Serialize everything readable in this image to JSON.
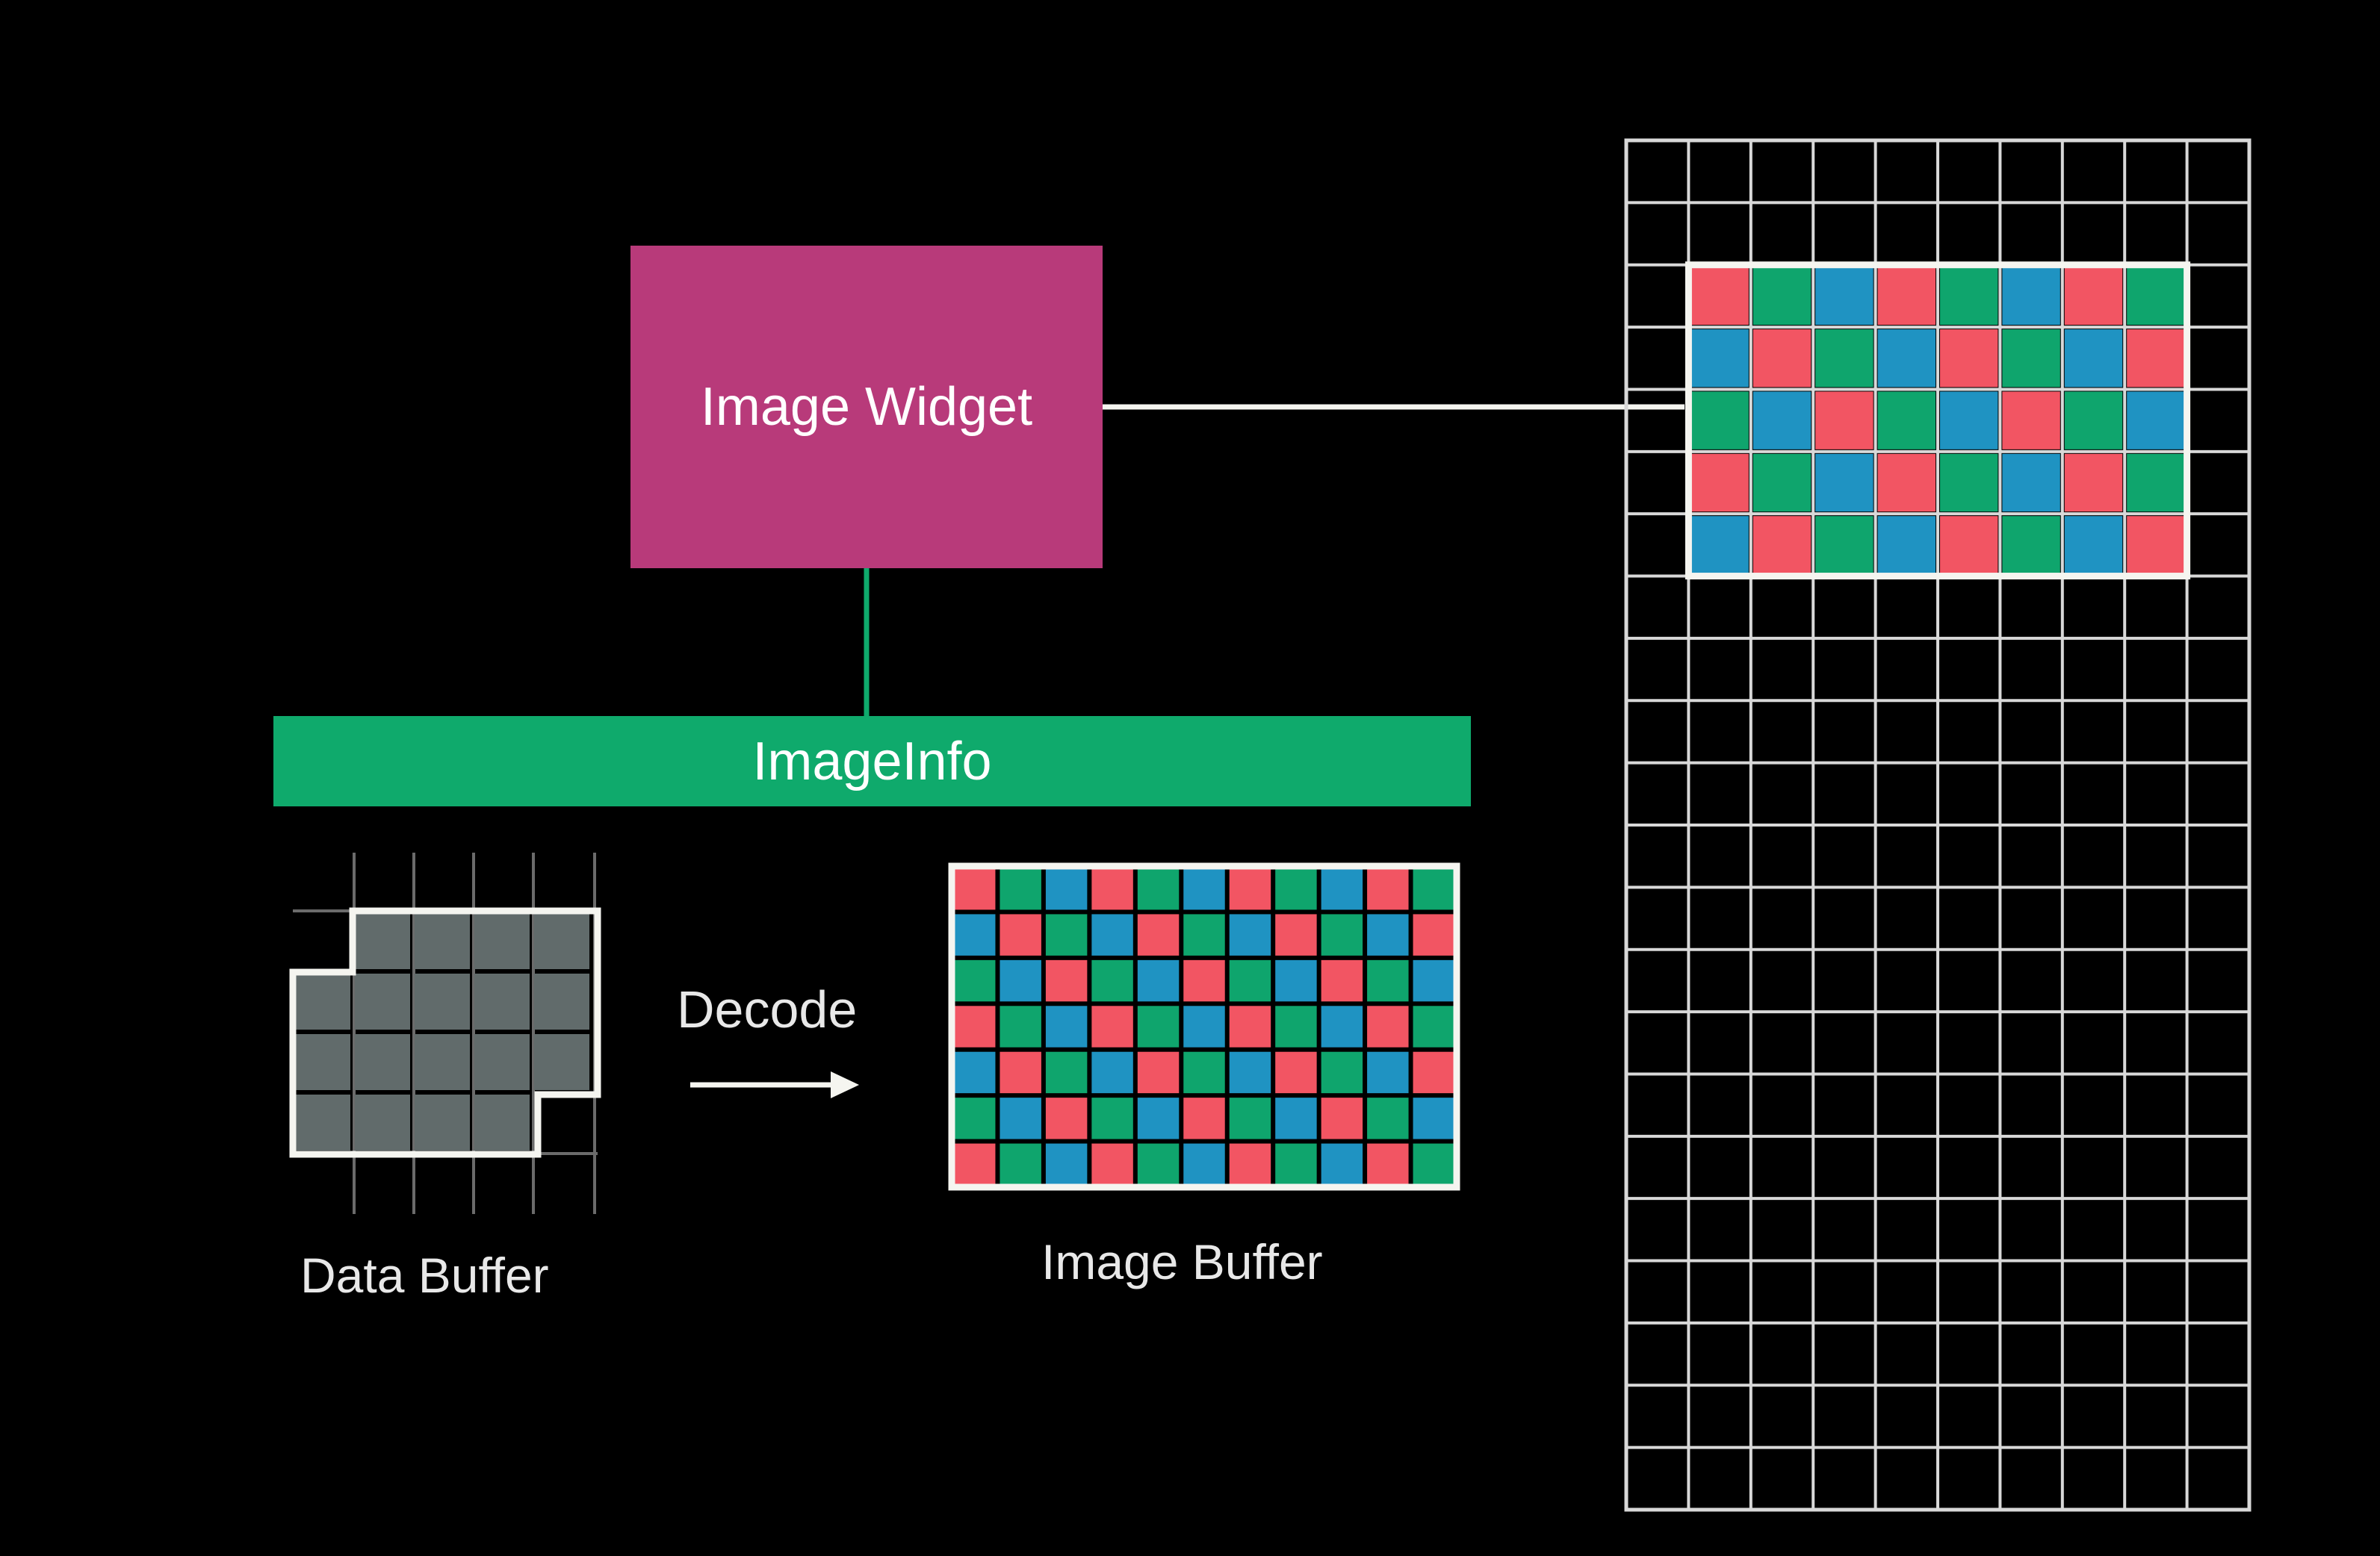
{
  "nodes": {
    "image_widget": {
      "label": "Image Widget",
      "color": "#b83a7a"
    },
    "image_info": {
      "label": "ImageInfo",
      "color": "#0faa6c"
    }
  },
  "labels": {
    "decode": "Decode",
    "data_buffer": "Data Buffer",
    "image_buffer": "Image Buffer"
  },
  "colors": {
    "pixel_red": "#f25563",
    "pixel_green": "#0fa56d",
    "pixel_blue": "#1f93c2",
    "data_cell": "#616b6b",
    "frame": "#f5f5f0",
    "grid_line": "#d8d8d8"
  }
}
